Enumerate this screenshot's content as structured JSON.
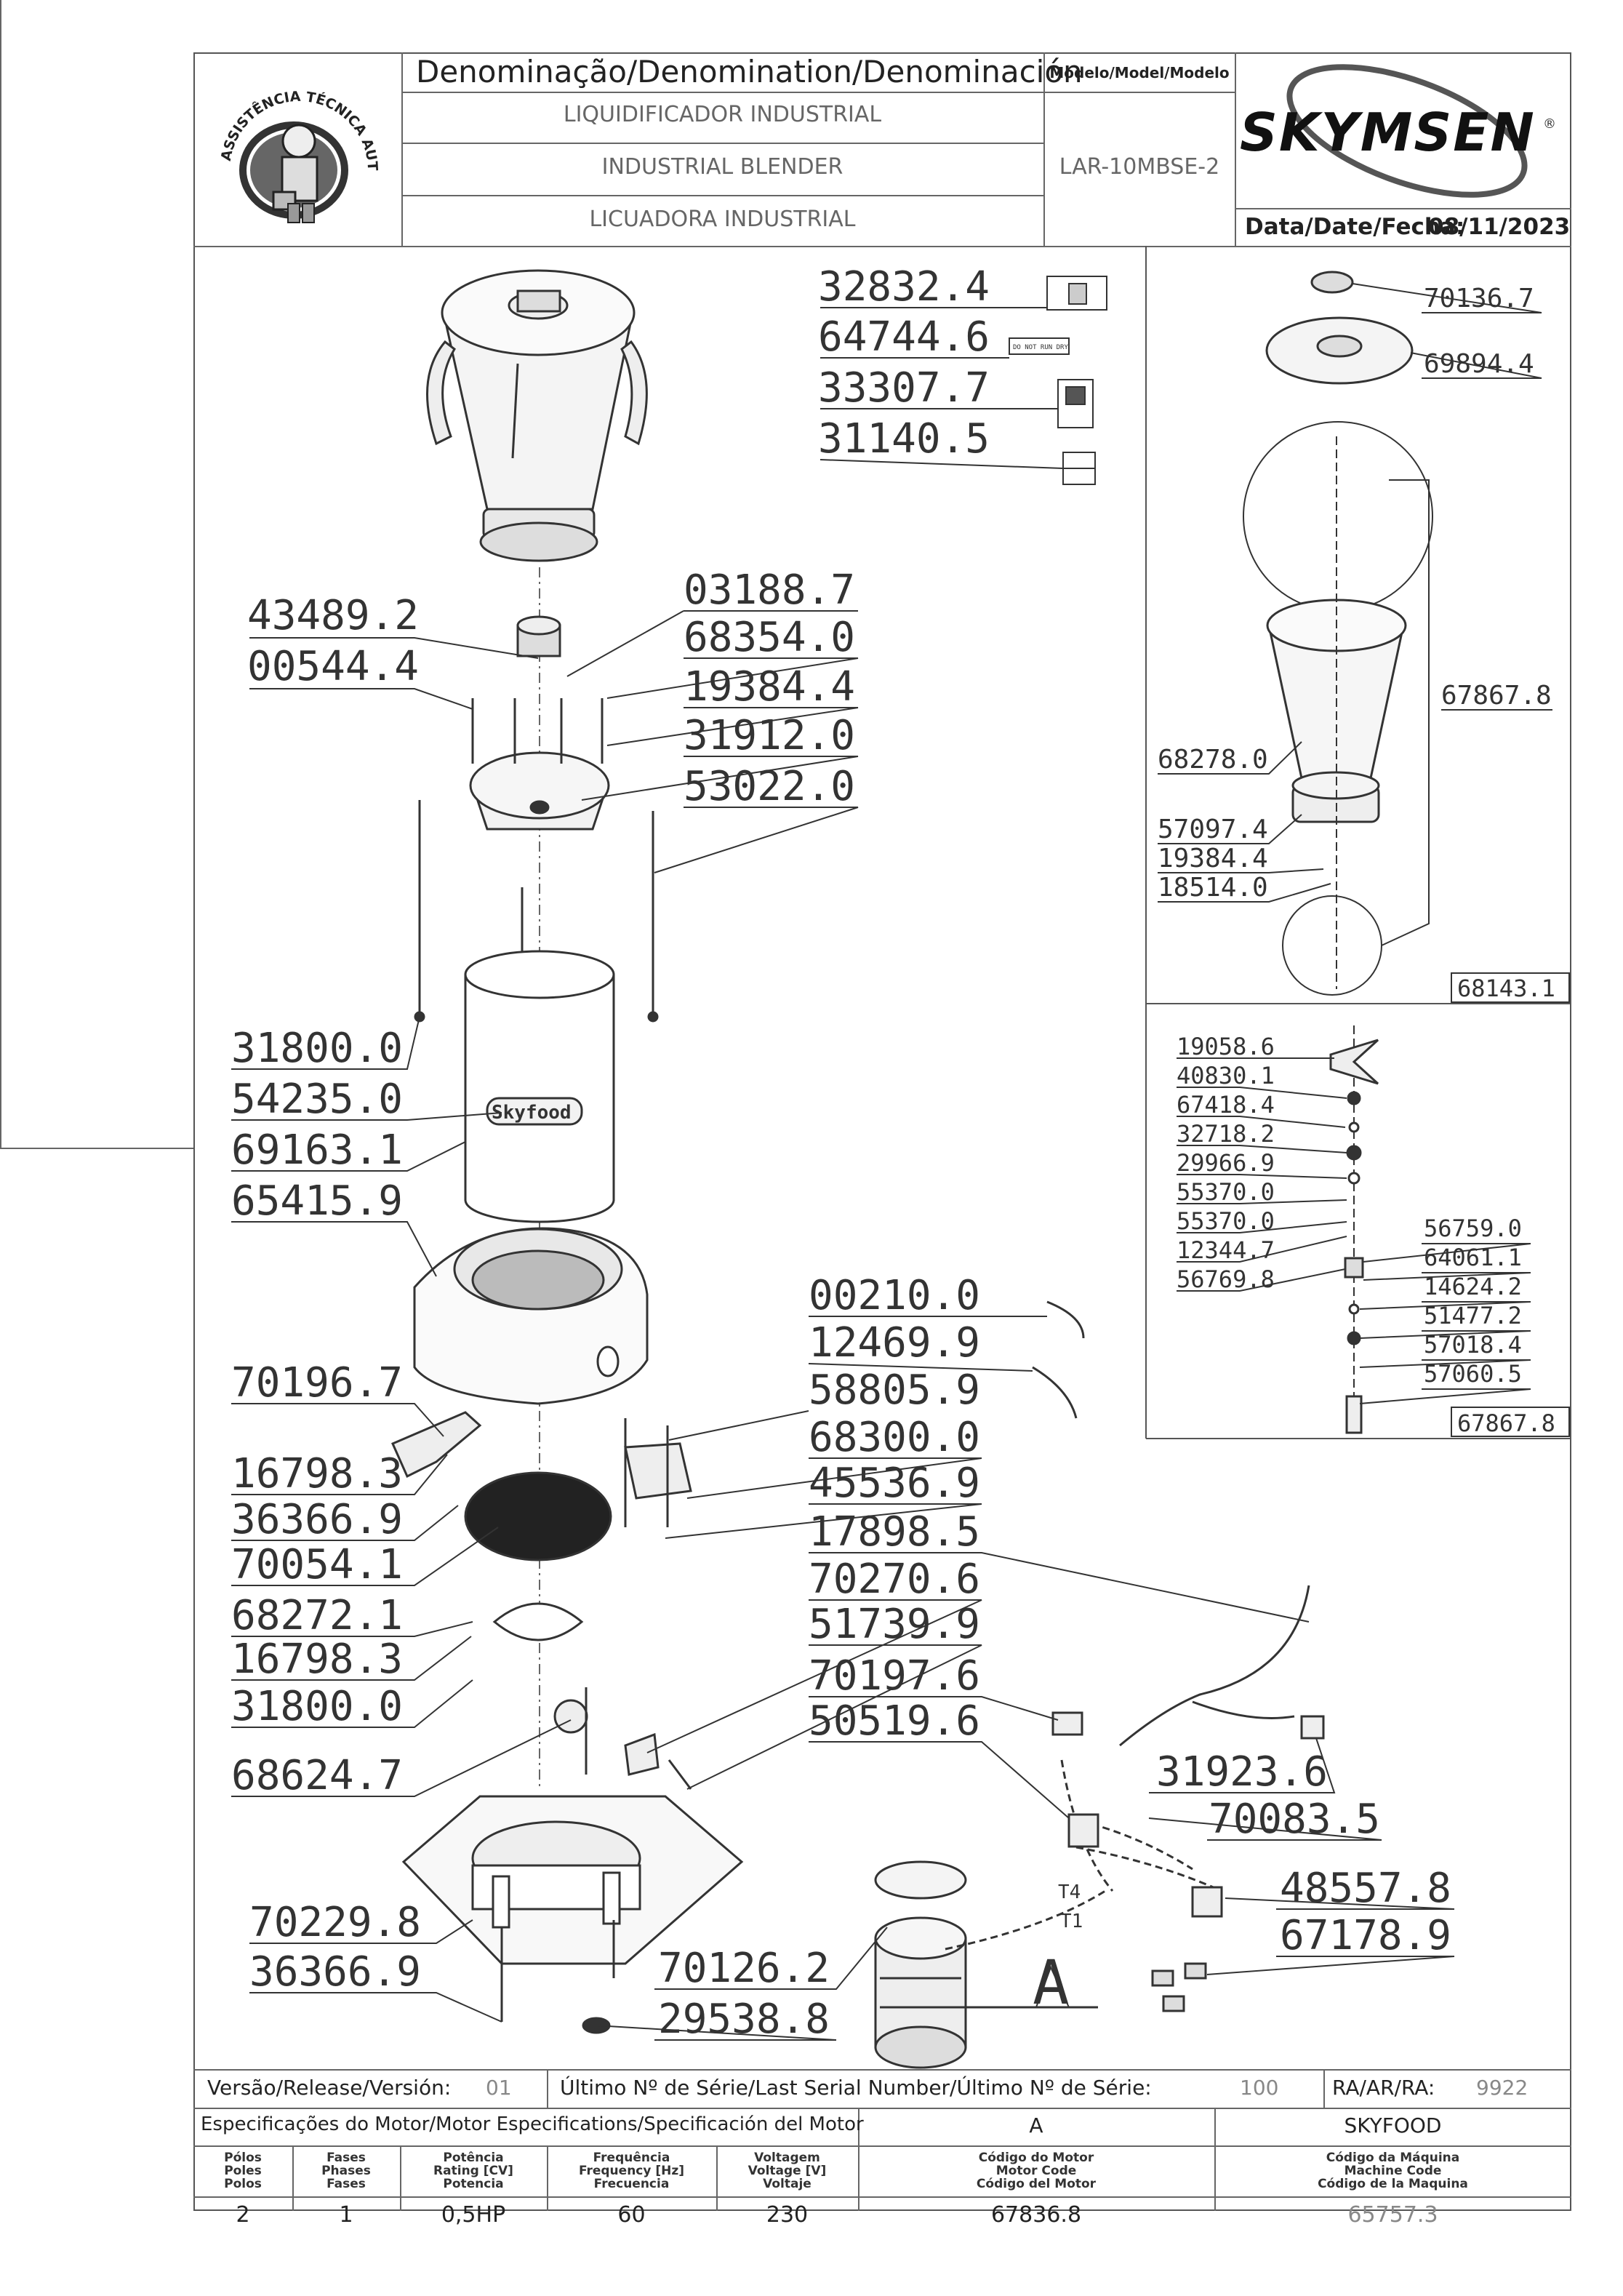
{
  "header": {
    "logo_text": "ASSISTÊNCIA TÉCNICA AUTORIZADA",
    "denomination_label": "Denominação/Denomination/Denominación",
    "name_pt": "LIQUIDIFICADOR INDUSTRIAL",
    "name_en": "INDUSTRIAL BLENDER",
    "name_es": "LICUADORA INDUSTRIAL",
    "model_label": "Modelo/Model/Modelo",
    "model_value": "LAR-10MBSE-2",
    "brand": "SKYMSEN",
    "date_label": "Data/Date/Fecha:",
    "date_value": "08/11/2023"
  },
  "decals": [
    "32832.4",
    "64744.6",
    "33307.7",
    "31140.5"
  ],
  "decal_text": "DO NOT RUN DRY",
  "main_parts": {
    "upper": [
      "03188.7",
      "68354.0",
      "19384.4",
      "31912.0",
      "53022.0"
    ],
    "left_upper": [
      "43489.2",
      "00544.4"
    ],
    "left_mid": [
      "31800.0",
      "54235.0",
      "69163.1",
      "65415.9"
    ],
    "left_lower": [
      "70196.7",
      "16798.3",
      "36366.9",
      "70054.1",
      "68272.1",
      "16798.3",
      "31800.0",
      "68624.7"
    ],
    "right_mid": [
      "00210.0",
      "12469.9",
      "58805.9",
      "68300.0",
      "45536.9",
      "17898.5",
      "70270.6",
      "51739.9",
      "70197.6",
      "50519.6"
    ],
    "wiring_right": [
      "31923.6",
      "70083.5",
      "48557.8",
      "67178.9"
    ],
    "base": [
      "70229.8",
      "36366.9",
      "70126.2",
      "29538.8"
    ],
    "motor_mark": "A",
    "wire_labels": [
      "T4",
      "T1"
    ],
    "body_logo": "Skyfood"
  },
  "kit_panel": {
    "parts": [
      "70136.7",
      "69894.4",
      "67867.8",
      "68278.0",
      "57097.4",
      "19384.4",
      "18514.0"
    ],
    "box_code": "68143.1"
  },
  "blade_panel": {
    "left": [
      "19058.6",
      "40830.1",
      "67418.4",
      "32718.2",
      "29966.9",
      "55370.0",
      "55370.0",
      "12344.7",
      "56769.8"
    ],
    "right": [
      "56759.0",
      "64061.1",
      "14624.2",
      "51477.2",
      "57018.4",
      "57060.5"
    ],
    "box_code": "67867.8"
  },
  "footer": {
    "release_label": "Versão/Release/Versión:",
    "release_value": "01",
    "serial_label": "Último Nº de Série/Last Serial Number/Último Nº de Série:",
    "serial_value": "100",
    "ra_label": "RA/AR/RA:",
    "ra_value": "9922",
    "motor_spec_label": "Especificações do Motor/Motor Especifications/Specificación del Motor",
    "motor_letter": "A",
    "brand_name": "SKYFOOD",
    "columns": [
      {
        "h1": "Pólos",
        "h2": "Poles",
        "h3": "Polos",
        "value": "2"
      },
      {
        "h1": "Fases",
        "h2": "Phases",
        "h3": "Fases",
        "value": "1"
      },
      {
        "h1": "Potência",
        "h2": "Rating [CV]",
        "h3": "Potencia",
        "value": "0,5HP"
      },
      {
        "h1": "Frequência",
        "h2": "Frequency [Hz]",
        "h3": "Frecuencia",
        "value": "60"
      },
      {
        "h1": "Voltagem",
        "h2": "Voltage [V]",
        "h3": "Voltaje",
        "value": "230"
      },
      {
        "h1": "Código do Motor",
        "h2": "Motor Code",
        "h3": "Código del Motor",
        "value": "67836.8"
      },
      {
        "h1": "Código da Máquina",
        "h2": "Machine Code",
        "h3": "Código de la Maquina",
        "value": "65757.3"
      }
    ]
  }
}
